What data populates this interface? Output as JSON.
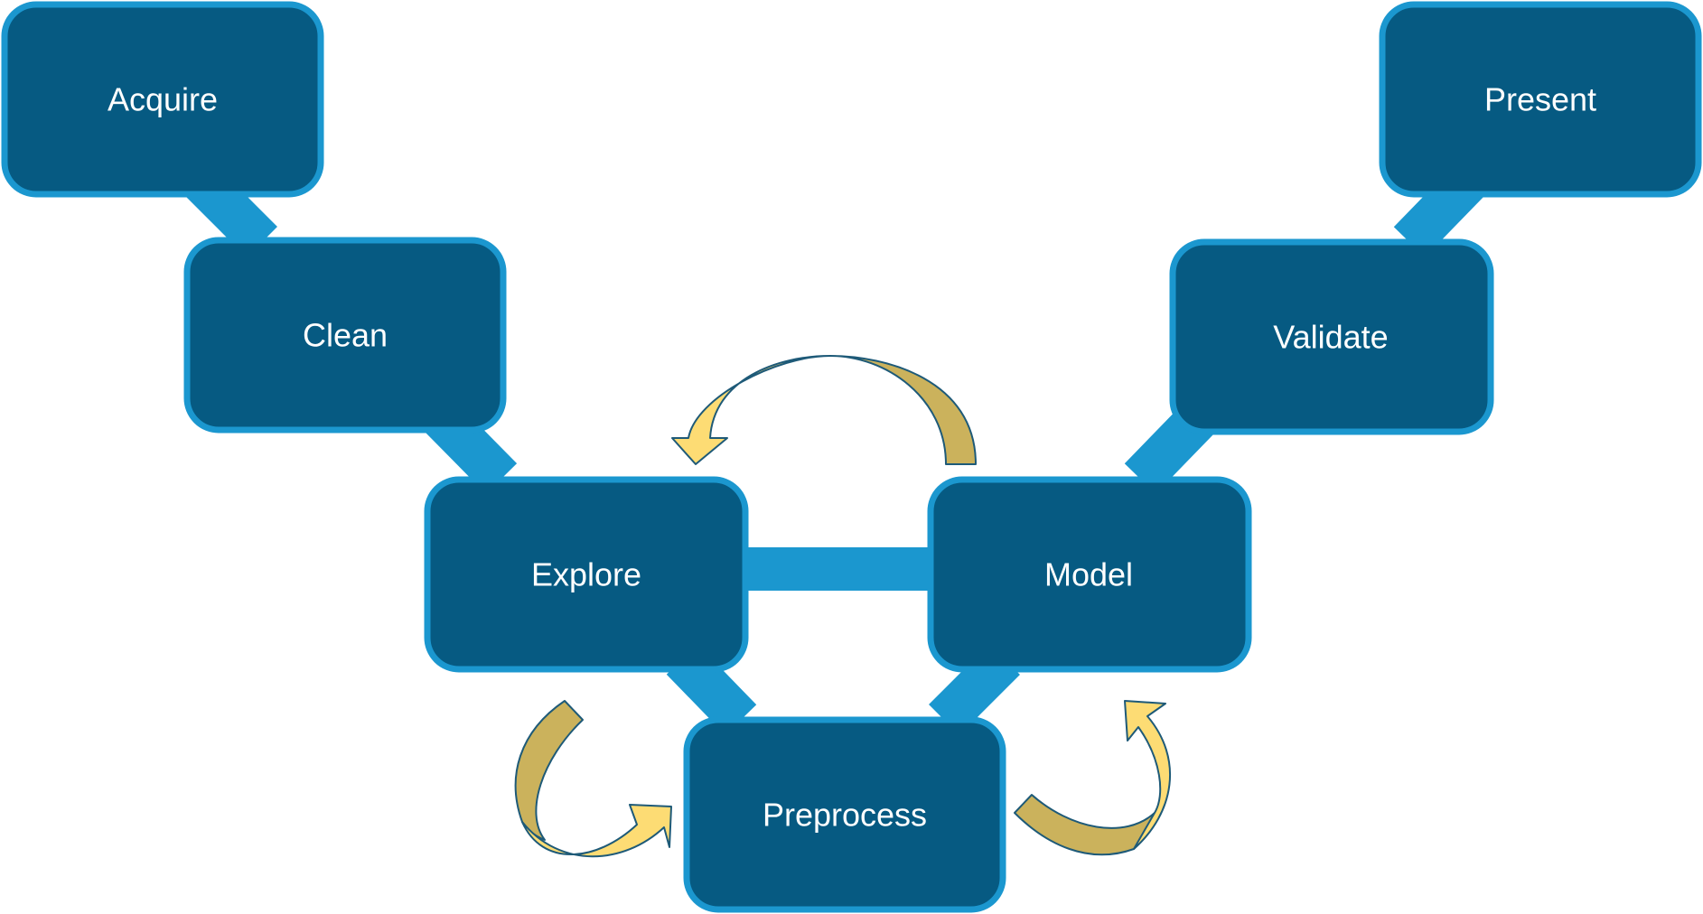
{
  "diagram": {
    "colors": {
      "box_fill": "#065a82",
      "box_border": "#1b97cf",
      "connector": "#1b97cf",
      "label_text": "#ffffff",
      "arrow_light": "#fddc74",
      "arrow_dark": "#cbb25c",
      "arrow_outline": "#1e5a78"
    },
    "stages": {
      "acquire": "Acquire",
      "clean": "Clean",
      "explore": "Explore",
      "preprocess": "Preprocess",
      "model": "Model",
      "validate": "Validate",
      "present": "Present"
    }
  }
}
